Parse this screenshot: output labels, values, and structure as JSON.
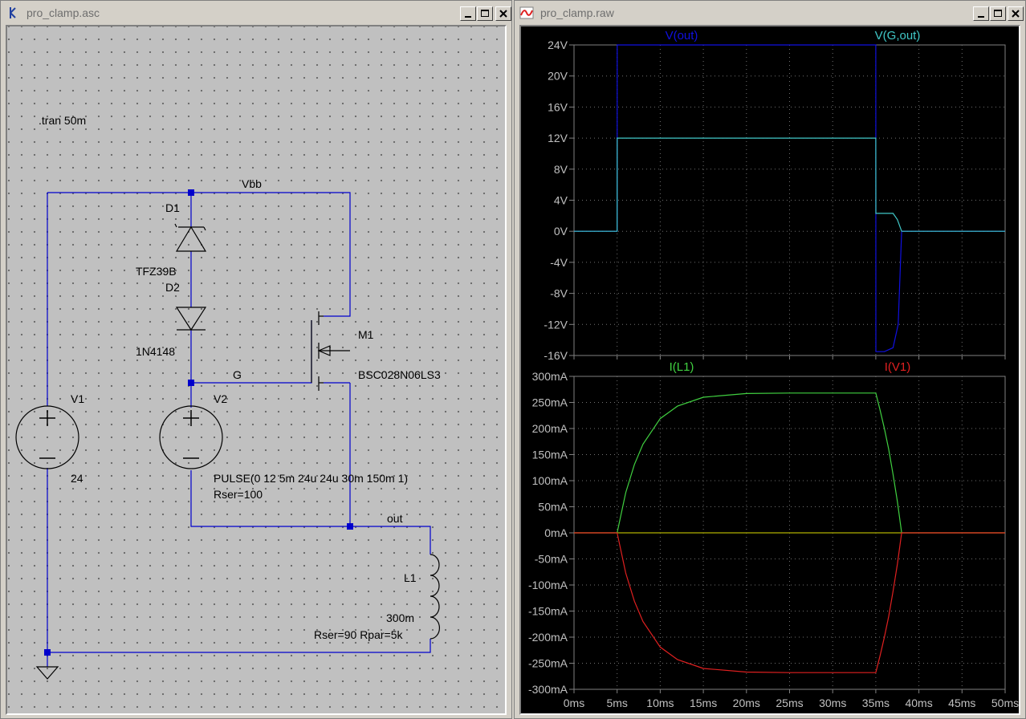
{
  "left_window": {
    "title": "pro_clamp.asc",
    "directive": ".tran 50m",
    "labels": {
      "vbb": "Vbb",
      "d1": "D1",
      "d1_model": "TFZ39B",
      "d2": "D2",
      "d2_model": "1N4148",
      "g": "G",
      "m1": "M1",
      "m1_model": "BSC028N06LS3",
      "v1": "V1",
      "v1_value": "24",
      "v2": "V2",
      "v2_value": "PULSE(0 12 5m 24u 24u 30m 150m 1)",
      "v2_rser": "Rser=100",
      "out": "out",
      "l1": "L1",
      "l1_value": "300m",
      "l1_params": "Rser=90 Rpar=5k"
    }
  },
  "right_window": {
    "title": "pro_clamp.raw",
    "x_tick_labels": [
      "0ms",
      "5ms",
      "10ms",
      "15ms",
      "20ms",
      "25ms",
      "30ms",
      "35ms",
      "40ms",
      "45ms",
      "50ms"
    ],
    "top_pane": {
      "trace_names": [
        "V(out)",
        "V(G,out)"
      ],
      "y_tick_labels": [
        "24V",
        "20V",
        "16V",
        "12V",
        "8V",
        "4V",
        "0V",
        "-4V",
        "-8V",
        "-12V",
        "-16V"
      ]
    },
    "bottom_pane": {
      "trace_names": [
        "I(L1)",
        "I(V1)"
      ],
      "y_tick_labels": [
        "300mA",
        "250mA",
        "200mA",
        "150mA",
        "100mA",
        "50mA",
        "0mA",
        "-50mA",
        "-100mA",
        "-150mA",
        "-200mA",
        "-250mA",
        "-300mA"
      ]
    }
  },
  "colors": {
    "wire": "#0000cc",
    "v_out": "#1010e0",
    "v_g_out": "#40c8c8",
    "i_l1": "#40d040",
    "i_v1": "#e02020",
    "zero_line": "#b0b000",
    "grid": "#707070"
  },
  "chart_data": [
    {
      "type": "line",
      "x_unit": "ms",
      "xlim": [
        0,
        50
      ],
      "ylim": [
        -16,
        24
      ],
      "series": [
        {
          "name": "V(out)",
          "x": [
            0,
            5,
            5.01,
            35,
            35.01,
            36,
            37,
            37.6,
            38,
            50
          ],
          "y": [
            0,
            0,
            24,
            24,
            -15.5,
            -15.5,
            -15,
            -12,
            0,
            0
          ]
        },
        {
          "name": "V(G,out)",
          "x": [
            0,
            5,
            5.01,
            35,
            35.01,
            37,
            37.5,
            38,
            50
          ],
          "y": [
            0,
            0,
            12,
            12,
            2.3,
            2.3,
            1.5,
            0,
            0
          ]
        }
      ]
    },
    {
      "type": "line",
      "x_unit": "ms",
      "xlim": [
        0,
        50
      ],
      "ylim": [
        -300,
        300
      ],
      "series": [
        {
          "name": "I(L1)",
          "x": [
            0,
            5,
            6,
            7,
            8,
            10,
            12,
            15,
            20,
            25,
            30,
            35,
            35.5,
            36,
            36.5,
            37,
            37.5,
            38,
            50
          ],
          "y": [
            0,
            0,
            77,
            131,
            170,
            219,
            243,
            260,
            267,
            268,
            268,
            268,
            235,
            200,
            160,
            112,
            60,
            0,
            0
          ]
        },
        {
          "name": "I(V1)",
          "x": [
            0,
            5,
            6,
            7,
            8,
            10,
            12,
            15,
            20,
            25,
            30,
            35,
            35.5,
            36,
            36.5,
            37,
            37.5,
            38,
            50
          ],
          "y": [
            0,
            0,
            -77,
            -131,
            -170,
            -219,
            -243,
            -260,
            -267,
            -268,
            -268,
            -268,
            -235,
            -200,
            -160,
            -112,
            -60,
            0,
            0
          ]
        }
      ]
    }
  ]
}
